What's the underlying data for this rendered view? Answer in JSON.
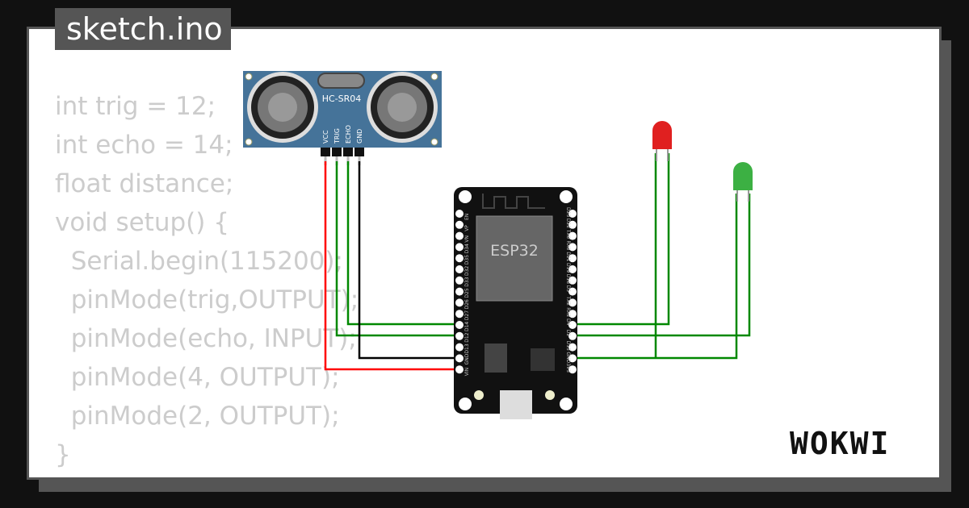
{
  "tab": {
    "title": "sketch.ino"
  },
  "code_lines": [
    "int trig = 12;",
    "int echo = 14;",
    "float distance;",
    "void setup() {",
    "  Serial.begin(115200);",
    "  pinMode(trig,OUTPUT);",
    "  pinMode(echo, INPUT);",
    "  pinMode(4, OUTPUT);",
    "  pinMode(2, OUTPUT);",
    "}"
  ],
  "sensor": {
    "label": "HC-SR04",
    "pins": [
      "VCC",
      "TRIG",
      "ECHO",
      "GND"
    ]
  },
  "board": {
    "label": "ESP32",
    "left_pins": [
      "EN",
      "VP",
      "VN",
      "D34",
      "D35",
      "D32",
      "D33",
      "D25",
      "D26",
      "D27",
      "D14",
      "D12",
      "D13",
      "GND",
      "VIN"
    ],
    "right_pins": [
      "D23",
      "D22",
      "TX0",
      "RX0",
      "D21",
      "D19",
      "D18",
      "D5",
      "TX2",
      "RX2",
      "D4",
      "D2",
      "D15",
      "GND",
      "3V3"
    ]
  },
  "leds": [
    {
      "color": "#e02020"
    },
    {
      "color": "#3cb043"
    }
  ],
  "wire_colors": {
    "power": "#ff0000",
    "ground": "#000000",
    "signal": "#008800"
  },
  "logo": "WOKWI"
}
